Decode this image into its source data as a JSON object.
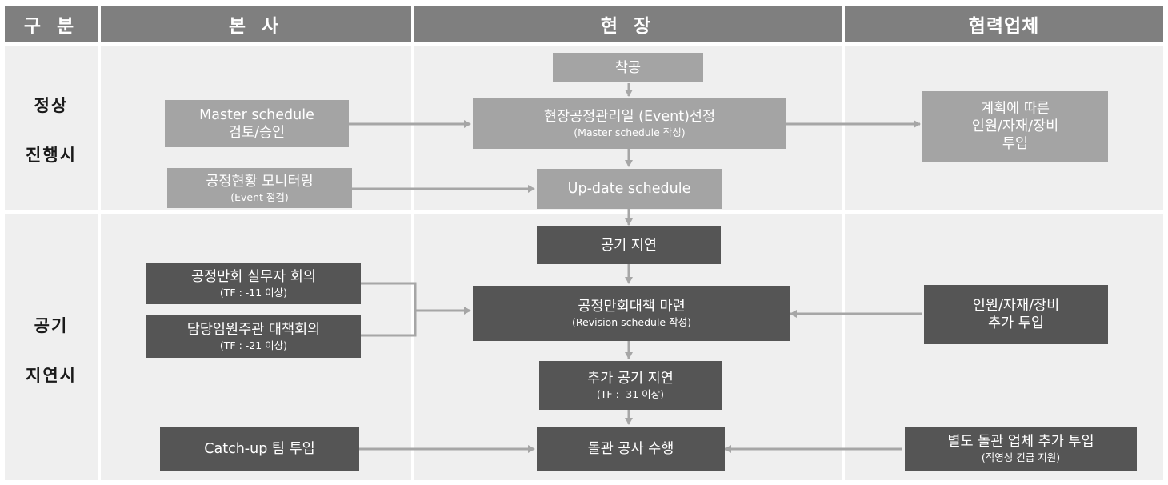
{
  "headers": {
    "category": "구 분",
    "hq": "본 사",
    "site": "현 장",
    "partner": "협력업체"
  },
  "rows": {
    "normal": {
      "line1": "정상",
      "line2": "진행시"
    },
    "delay": {
      "line1": "공기",
      "line2": "지연시"
    }
  },
  "boxes": {
    "start": {
      "title": "착공"
    },
    "master_review": {
      "line1": "Master  schedule",
      "line2": "검토/승인"
    },
    "event_select": {
      "title": "현장공정관리일 (Event)선정",
      "sub": "(Master  schedule  작성)"
    },
    "plan_input": {
      "line1": "계획에 따른",
      "line2": "인원/자재/장비",
      "line3": "투입"
    },
    "monitoring": {
      "title": "공정현황 모니터링",
      "sub": "(Event 점검)"
    },
    "update": {
      "title": "Up-date schedule"
    },
    "delay": {
      "title": "공기 지연"
    },
    "recovery_meeting": {
      "title": "공정만회 실무자 회의",
      "sub": "(TF : -11  이상)"
    },
    "exec_meeting": {
      "title": "담당임원주관 대책회의",
      "sub": "(TF : -21 이상)"
    },
    "recovery_plan": {
      "title": "공정만회대책 마련",
      "sub": "(Revision schedule 작성)"
    },
    "extra_input": {
      "line1": "인원/자재/장비",
      "line2": "추가 투입"
    },
    "extra_delay": {
      "title": "추가 공기 지연",
      "sub": "(TF : -31 이상)"
    },
    "catchup": {
      "title": "Catch-up 팀 투입"
    },
    "breakthrough": {
      "title": "돌관 공사 수행"
    },
    "separate_partner": {
      "title": "별도 돌관 업체 추가 투입",
      "sub": "(직영성 긴급 지원)"
    }
  },
  "colors": {
    "header_bg": "#7f7f7f",
    "panel_bg": "#efefef",
    "box_light": "#a4a4a4",
    "box_dark": "#555555",
    "arrow": "#a6a6a6"
  }
}
